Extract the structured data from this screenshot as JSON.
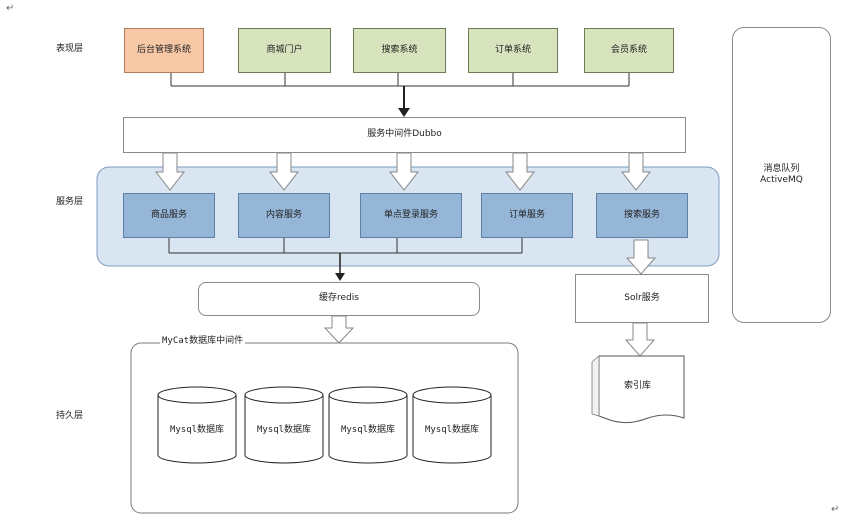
{
  "layers": {
    "presentation": "表现层",
    "service": "服务层",
    "persistence": "持久层"
  },
  "presentation_systems": [
    "后台管理系统",
    "商城门户",
    "搜索系统",
    "订单系统",
    "会员系统"
  ],
  "middleware": "服务中间件Dubbo",
  "services": [
    "商品服务",
    "内容服务",
    "单点登录服务",
    "订单服务",
    "搜索服务"
  ],
  "cache": "缓存redis",
  "solr": "Solr服务",
  "mycat": "MyCat数据库中间件",
  "databases": [
    "Mysql数据库",
    "Mysql数据库",
    "Mysql数据库",
    "Mysql数据库"
  ],
  "index_store": "索引库",
  "message_queue": {
    "line1": "消息队列",
    "line2": "ActiveMQ"
  },
  "return_mark": "↵",
  "colors": {
    "admin_fill": "#f7c8a6",
    "presentation_fill": "#d7e3bd",
    "service_fill": "#96b6d8",
    "service_panel": "#d9e5f1"
  }
}
